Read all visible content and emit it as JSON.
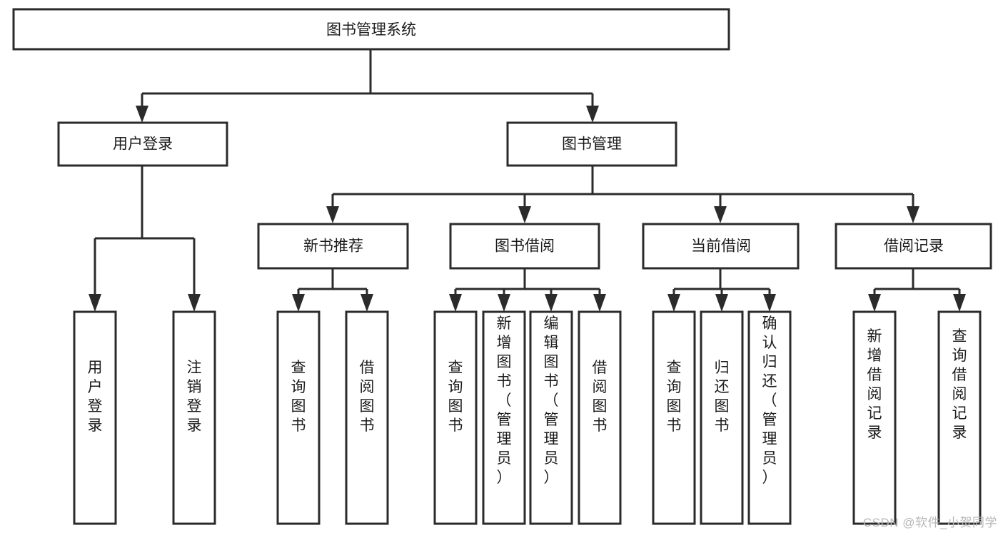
{
  "diagram": {
    "title": "图书管理系统",
    "type": "tree-hierarchy-diagram",
    "watermark": "CSDN @软件_小贺同学",
    "colors": {
      "stroke": "#2b2b2b",
      "fill": "#ffffff",
      "text": "#1b1b1b",
      "watermark": "#b8b8b8",
      "background": "#ffffff"
    },
    "nodes": {
      "root": {
        "label": "图书管理系统",
        "level": 1,
        "orientation": "horizontal"
      },
      "l2": [
        {
          "id": "user-login",
          "label": "用户登录",
          "level": 2,
          "orientation": "horizontal"
        },
        {
          "id": "book-management",
          "label": "图书管理",
          "level": 2,
          "orientation": "horizontal"
        }
      ],
      "l3": [
        {
          "id": "new-book-recommend",
          "label": "新书推荐",
          "level": 3,
          "orientation": "horizontal"
        },
        {
          "id": "book-borrow",
          "label": "图书借阅",
          "level": 3,
          "orientation": "horizontal"
        },
        {
          "id": "current-borrow",
          "label": "当前借阅",
          "level": 3,
          "orientation": "horizontal"
        },
        {
          "id": "borrow-record",
          "label": "借阅记录",
          "level": 3,
          "orientation": "horizontal"
        }
      ],
      "leaves": {
        "user-login": [
          {
            "id": "leaf-user-login",
            "label": "用户登录"
          },
          {
            "id": "leaf-user-logout",
            "label": "注销登录"
          }
        ],
        "new-book-recommend": [
          {
            "id": "leaf-query-book-1",
            "label": "查询图书"
          },
          {
            "id": "leaf-borrow-book-1",
            "label": "借阅图书"
          }
        ],
        "book-borrow": [
          {
            "id": "leaf-query-book-2",
            "label": "查询图书"
          },
          {
            "id": "leaf-add-book",
            "label": "新增图书（管理员）"
          },
          {
            "id": "leaf-edit-book",
            "label": "编辑图书（管理员）"
          },
          {
            "id": "leaf-borrow-book-2",
            "label": "借阅图书"
          }
        ],
        "current-borrow": [
          {
            "id": "leaf-query-book-3",
            "label": "查询图书"
          },
          {
            "id": "leaf-return-book",
            "label": "归还图书"
          },
          {
            "id": "leaf-confirm-return",
            "label": "确认归还（管理员）"
          }
        ],
        "borrow-record": [
          {
            "id": "leaf-add-record",
            "label": "新增借阅记录"
          },
          {
            "id": "leaf-query-record",
            "label": "查询借阅记录"
          }
        ]
      }
    }
  }
}
